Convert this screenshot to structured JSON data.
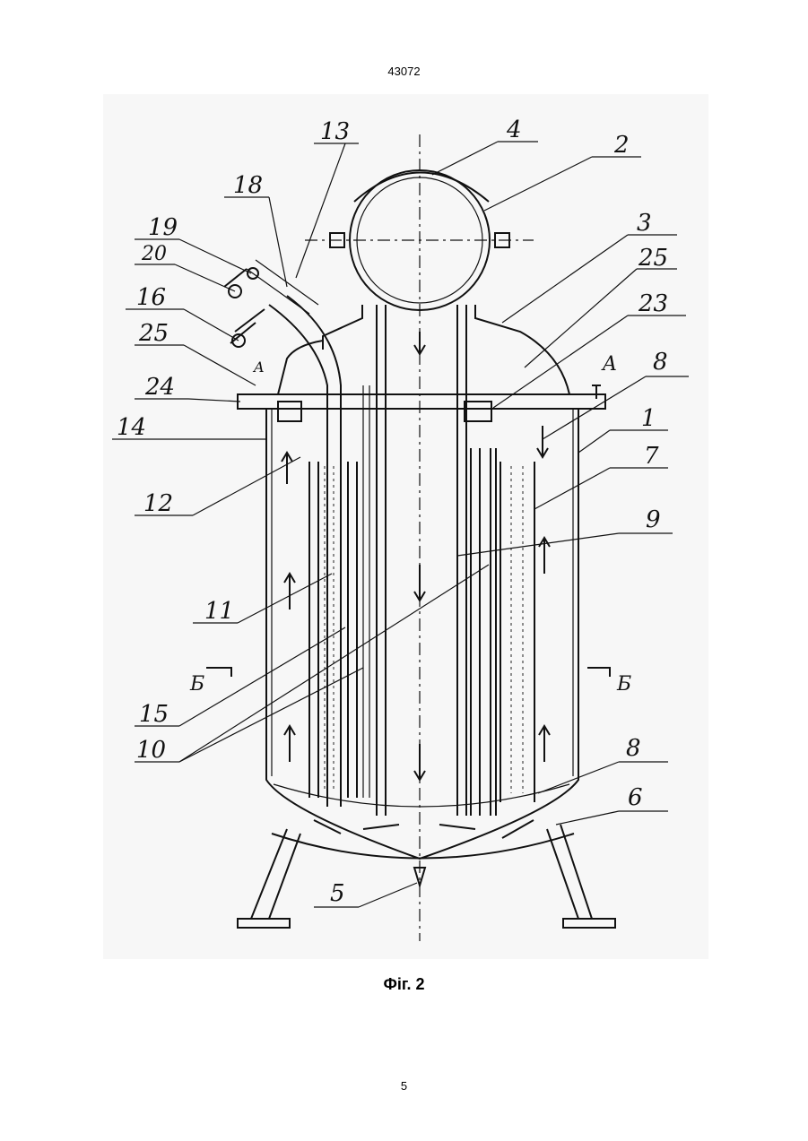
{
  "header": {
    "doc_number": "43072"
  },
  "figure": {
    "caption": "Фіг. 2",
    "labels": {
      "l1": "1",
      "l2": "2",
      "l3": "3",
      "l4": "4",
      "l5": "5",
      "l6": "6",
      "l7": "7",
      "l8a": "8",
      "l8b": "8",
      "l9": "9",
      "l10": "10",
      "l11": "11",
      "l12": "12",
      "l13": "13",
      "l14": "14",
      "l15": "15",
      "l16": "16",
      "l18": "18",
      "l19": "19",
      "l20": "20",
      "l23": "23",
      "l24": "24",
      "l25a": "25",
      "l25b": "25",
      "section_a": "A",
      "section_a3": "A",
      "section_b_left": "Б",
      "section_b_right": "Б"
    }
  },
  "footer": {
    "page_number": "5"
  }
}
